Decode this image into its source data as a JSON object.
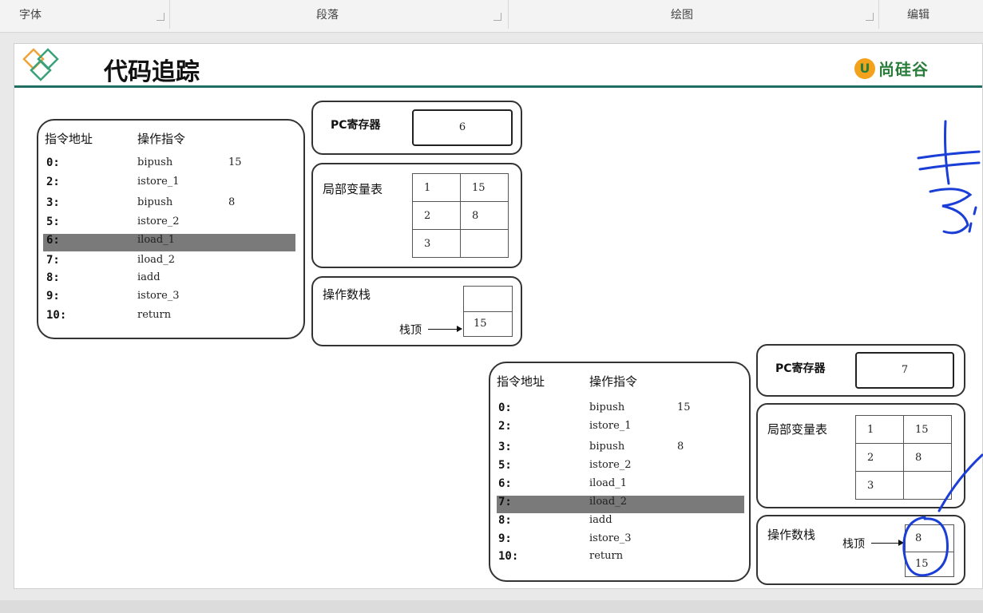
{
  "ribbon": {
    "groups": [
      "字体",
      "段落",
      "绘图",
      "编辑"
    ]
  },
  "slide": {
    "title": "代码追踪",
    "brand": "尚硅谷",
    "brand_mark": "U"
  },
  "trace_before": {
    "headers": {
      "address": "指令地址",
      "instruction": "操作指令"
    },
    "rows": [
      {
        "addr": "0:",
        "op": "bipush",
        "arg": "15"
      },
      {
        "addr": "2:",
        "op": "istore_1",
        "arg": ""
      },
      {
        "addr": "3:",
        "op": "bipush",
        "arg": "8"
      },
      {
        "addr": "5:",
        "op": "istore_2",
        "arg": ""
      },
      {
        "addr": "6:",
        "op": "iload_1",
        "arg": ""
      },
      {
        "addr": "7:",
        "op": "iload_2",
        "arg": ""
      },
      {
        "addr": "8:",
        "op": "iadd",
        "arg": ""
      },
      {
        "addr": "9:",
        "op": "istore_3",
        "arg": ""
      },
      {
        "addr": "10:",
        "op": "return",
        "arg": ""
      }
    ],
    "highlighted_row": 4,
    "pc_label": "PC寄存器",
    "pc_value": "6",
    "locals_label": "局部变量表",
    "locals": [
      [
        "1",
        "15"
      ],
      [
        "2",
        "8"
      ],
      [
        "3",
        ""
      ]
    ],
    "stack_label": "操作数栈",
    "stack_top_label": "栈顶",
    "stack": [
      "",
      "15"
    ]
  },
  "trace_after": {
    "headers": {
      "address": "指令地址",
      "instruction": "操作指令"
    },
    "rows": [
      {
        "addr": "0:",
        "op": "bipush",
        "arg": "15"
      },
      {
        "addr": "2:",
        "op": "istore_1",
        "arg": ""
      },
      {
        "addr": "3:",
        "op": "bipush",
        "arg": "8"
      },
      {
        "addr": "5:",
        "op": "istore_2",
        "arg": ""
      },
      {
        "addr": "6:",
        "op": "iload_1",
        "arg": ""
      },
      {
        "addr": "7:",
        "op": "iload_2",
        "arg": ""
      },
      {
        "addr": "8:",
        "op": "iadd",
        "arg": ""
      },
      {
        "addr": "9:",
        "op": "istore_3",
        "arg": ""
      },
      {
        "addr": "10:",
        "op": "return",
        "arg": ""
      }
    ],
    "highlighted_row": 5,
    "pc_label": "PC寄存器",
    "pc_value": "7",
    "locals_label": "局部变量表",
    "locals": [
      [
        "1",
        "15"
      ],
      [
        "2",
        "8"
      ],
      [
        "3",
        ""
      ]
    ],
    "stack_label": "操作数栈",
    "stack_top_label": "栈顶",
    "stack": [
      "8",
      "15"
    ]
  },
  "colors": {
    "header_line": "#1f6f63",
    "highlight_row": "#7a7a7a",
    "ink_annotation": "#1b3fd6",
    "brand": "#2a7d3a"
  },
  "icons": [
    "diamond-logo-icon",
    "brand-logo-icon",
    "launcher-icon"
  ]
}
